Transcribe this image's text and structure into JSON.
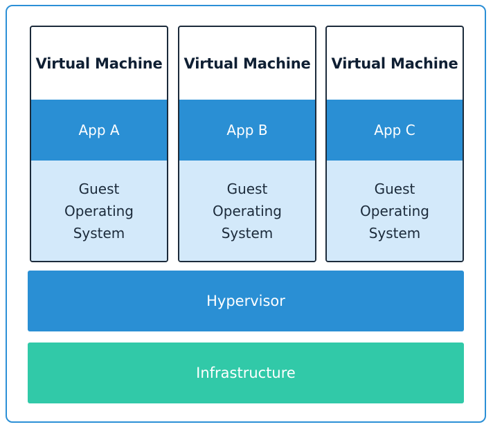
{
  "vms": [
    {
      "title": "Virtual Machine",
      "app": "App A",
      "os": [
        "Guest",
        "Operating",
        "System"
      ]
    },
    {
      "title": "Virtual Machine",
      "app": "App B",
      "os": [
        "Guest",
        "Operating",
        "System"
      ]
    },
    {
      "title": "Virtual Machine",
      "app": "App C",
      "os": [
        "Guest",
        "Operating",
        "System"
      ]
    }
  ],
  "hypervisor": {
    "label": "Hypervisor"
  },
  "infrastructure": {
    "label": "Infrastructure"
  },
  "colors": {
    "border": "#2b8fd6",
    "vm_border": "#1b2a3a",
    "app": "#2a8fd4",
    "guest_os": "#d3e9fa",
    "hypervisor": "#2a8fd4",
    "infrastructure": "#31c9a8"
  }
}
